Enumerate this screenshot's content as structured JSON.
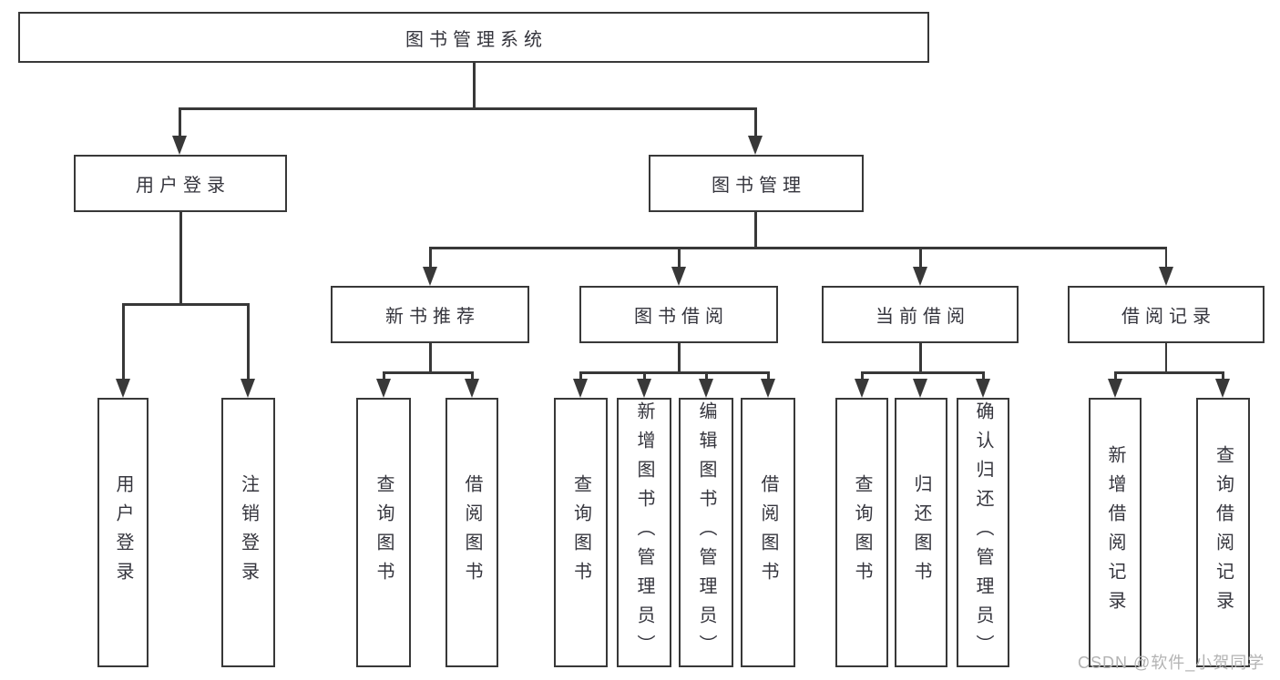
{
  "tree": {
    "label": "图书管理系统",
    "children": [
      {
        "label": "用户登录",
        "children": [
          {
            "label": "用户登录"
          },
          {
            "label": "注销登录"
          }
        ]
      },
      {
        "label": "图书管理",
        "children": [
          {
            "label": "新书推荐",
            "children": [
              {
                "label": "查询图书"
              },
              {
                "label": "借阅图书"
              }
            ]
          },
          {
            "label": "图书借阅",
            "children": [
              {
                "label": "查询图书"
              },
              {
                "label": "新增图书（管理员）"
              },
              {
                "label": "编辑图书（管理员）"
              },
              {
                "label": "借阅图书"
              }
            ]
          },
          {
            "label": "当前借阅",
            "children": [
              {
                "label": "查询图书"
              },
              {
                "label": "归还图书"
              },
              {
                "label": "确认归还（管理员）"
              }
            ]
          },
          {
            "label": "借阅记录",
            "children": [
              {
                "label": "新增借阅记录"
              },
              {
                "label": "查询借阅记录"
              }
            ]
          }
        ]
      }
    ]
  },
  "watermark": {
    "text": "CSDN @软件_小贺同学"
  },
  "colors": {
    "line": "#383838",
    "text": "#35353d",
    "watermark": "#b3b3b3",
    "background": "#ffffff"
  }
}
